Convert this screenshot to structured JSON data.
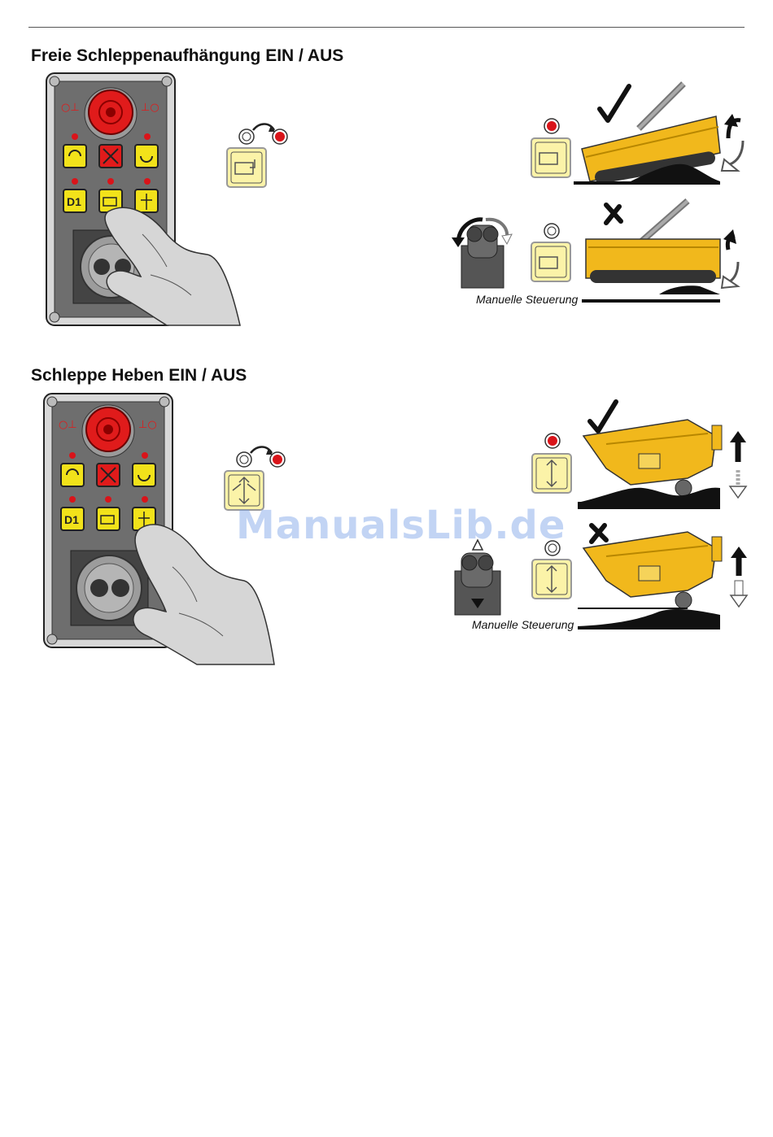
{
  "sections": [
    {
      "title": "Freie Schleppenaufhängung  EIN / AUS",
      "manual_caption": "Manuelle Steuerung"
    },
    {
      "title": "Schleppe Heben EIN / AUS",
      "manual_caption": "Manuelle Steuerung"
    }
  ],
  "panel": {
    "d1_label": "D1"
  },
  "watermark": "ManualsLib.de",
  "colors": {
    "panel_body": "#6e6e6e",
    "panel_frame": "#d8d8d8",
    "button_yellow": "#f2e21a",
    "stop_red": "#e01b1b",
    "implement_yellow": "#f1b81c",
    "led_red": "#d9141a"
  }
}
